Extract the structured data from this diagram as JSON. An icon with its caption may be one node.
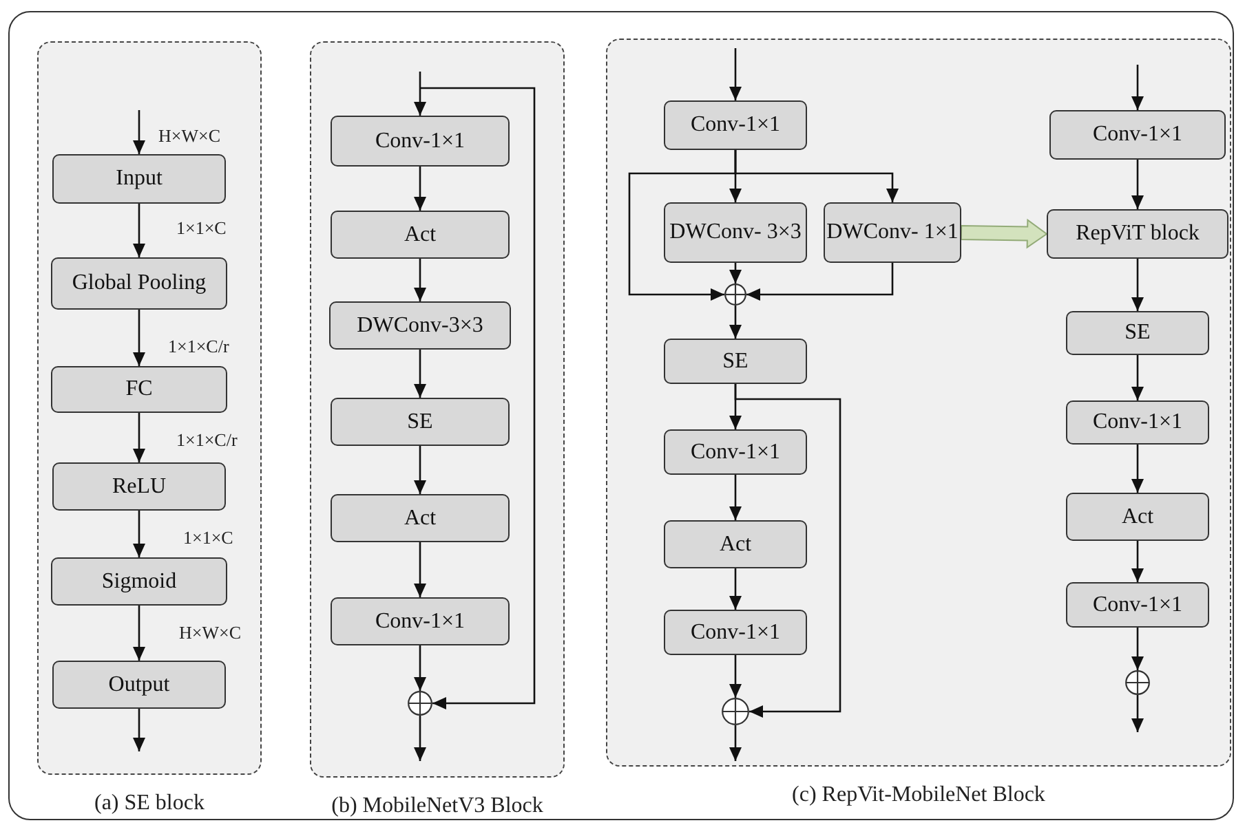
{
  "diagram": {
    "nodes": [
      {
        "text": [
          "(a) SE block"
        ]
      },
      {
        "text": [
          "Input"
        ],
        "in": 0
      },
      {
        "text": [
          "Global Pooling"
        ],
        "in": 0
      },
      {
        "text": [
          "FC"
        ],
        "in": 0
      },
      {
        "text": [
          "ReLU"
        ],
        "in": 0
      },
      {
        "text": [
          "Sigmoid"
        ],
        "in": 0
      },
      {
        "text": [
          "Output"
        ],
        "in": 0
      },
      {
        "text": [
          "(b) MobileNetV3 Block"
        ]
      },
      {
        "text": [
          "Conv-1×1"
        ],
        "in": 7
      },
      {
        "text": [
          "Act"
        ],
        "in": 7
      },
      {
        "text": [
          "DWConv-3×3"
        ],
        "in": 7
      },
      {
        "text": [
          "SE"
        ],
        "in": 7
      },
      {
        "text": [
          "Act"
        ],
        "in": 7
      },
      {
        "text": [
          "Conv-1×1"
        ],
        "in": 7
      },
      {
        "text": [],
        "shape": "circle",
        "in": 7
      },
      {
        "text": [
          "(c) RepVit-MobileNet Block"
        ]
      },
      {
        "text": [
          "Conv-1×1"
        ],
        "in": 15
      },
      {
        "text": [
          "DWConv- 3×3"
        ],
        "in": 15
      },
      {
        "text": [
          "DWConv- 1×1"
        ],
        "in": 15
      },
      {
        "text": [],
        "shape": "circle",
        "in": 15
      },
      {
        "text": [
          "SE"
        ],
        "in": 15
      },
      {
        "text": [
          "Conv-1×1"
        ],
        "in": 15
      },
      {
        "text": [
          "Act"
        ],
        "in": 15
      },
      {
        "text": [
          "Conv-1×1"
        ],
        "in": 15
      },
      {
        "text": [],
        "shape": "circle",
        "in": 15
      },
      {
        "text": [
          "Conv-1×1"
        ],
        "in": 15
      },
      {
        "text": [
          "RepViT block"
        ],
        "in": 15
      },
      {
        "text": [
          "SE"
        ],
        "in": 15
      },
      {
        "text": [
          "Conv-1×1"
        ],
        "in": 15
      },
      {
        "text": [
          "Act"
        ],
        "in": 15
      },
      {
        "text": [
          "Conv-1×1"
        ],
        "in": 15
      },
      {
        "text": [],
        "shape": "circle",
        "in": 15
      }
    ],
    "edges": [
      {
        "from": null,
        "to": 1,
        "arrow": "to",
        "label": "H×W×C"
      },
      {
        "from": 1,
        "to": 2,
        "arrow": "to",
        "label": "1×1×C"
      },
      {
        "from": 2,
        "to": 3,
        "arrow": "to",
        "label": "1×1×C/r"
      },
      {
        "from": 3,
        "to": 4,
        "arrow": "to",
        "label": "1×1×C/r"
      },
      {
        "from": 4,
        "to": 5,
        "arrow": "to",
        "label": "1×1×C"
      },
      {
        "from": 5,
        "to": 6,
        "arrow": "to",
        "label": "H×W×C"
      },
      {
        "from": 6,
        "to": null,
        "arrow": "to"
      },
      {
        "from": null,
        "to": 8,
        "arrow": "to"
      },
      {
        "from": 8,
        "to": 9,
        "arrow": "to"
      },
      {
        "from": 9,
        "to": 10,
        "arrow": "to"
      },
      {
        "from": 10,
        "to": 11,
        "arrow": "to"
      },
      {
        "from": 11,
        "to": 12,
        "arrow": "to"
      },
      {
        "from": 12,
        "to": 13,
        "arrow": "to"
      },
      {
        "from": 13,
        "to": 14,
        "arrow": "to"
      },
      {
        "from": null,
        "to": 14,
        "arrow": "to"
      },
      {
        "from": 14,
        "to": null,
        "arrow": "to"
      },
      {
        "from": null,
        "to": 16,
        "arrow": "to"
      },
      {
        "from": 16,
        "to": 17,
        "arrow": "to"
      },
      {
        "from": 16,
        "to": 18,
        "arrow": "to"
      },
      {
        "from": 16,
        "to": 19,
        "arrow": "to"
      },
      {
        "from": 17,
        "to": 19,
        "arrow": "to"
      },
      {
        "from": 18,
        "to": 19,
        "arrow": "to"
      },
      {
        "from": 19,
        "to": 20,
        "arrow": "to"
      },
      {
        "from": 20,
        "to": 21,
        "arrow": "to"
      },
      {
        "from": 20,
        "to": 24,
        "arrow": "to"
      },
      {
        "from": 21,
        "to": 22,
        "arrow": "to"
      },
      {
        "from": 22,
        "to": 23,
        "arrow": "to"
      },
      {
        "from": 23,
        "to": 24,
        "arrow": "to"
      },
      {
        "from": 24,
        "to": null,
        "arrow": "to"
      },
      {
        "from": 18,
        "to": 26,
        "arrow": "to",
        "style": "thick",
        "color": "#d3e2bd"
      },
      {
        "from": null,
        "to": 25,
        "arrow": "to"
      },
      {
        "from": 25,
        "to": 26,
        "arrow": "to"
      },
      {
        "from": 26,
        "to": 27,
        "arrow": "to"
      },
      {
        "from": 27,
        "to": 28,
        "arrow": "to"
      },
      {
        "from": 28,
        "to": 29,
        "arrow": "to"
      },
      {
        "from": 29,
        "to": 30,
        "arrow": "to"
      },
      {
        "from": 30,
        "to": 31,
        "arrow": "to"
      },
      {
        "from": 31,
        "to": null,
        "arrow": "to"
      }
    ]
  }
}
